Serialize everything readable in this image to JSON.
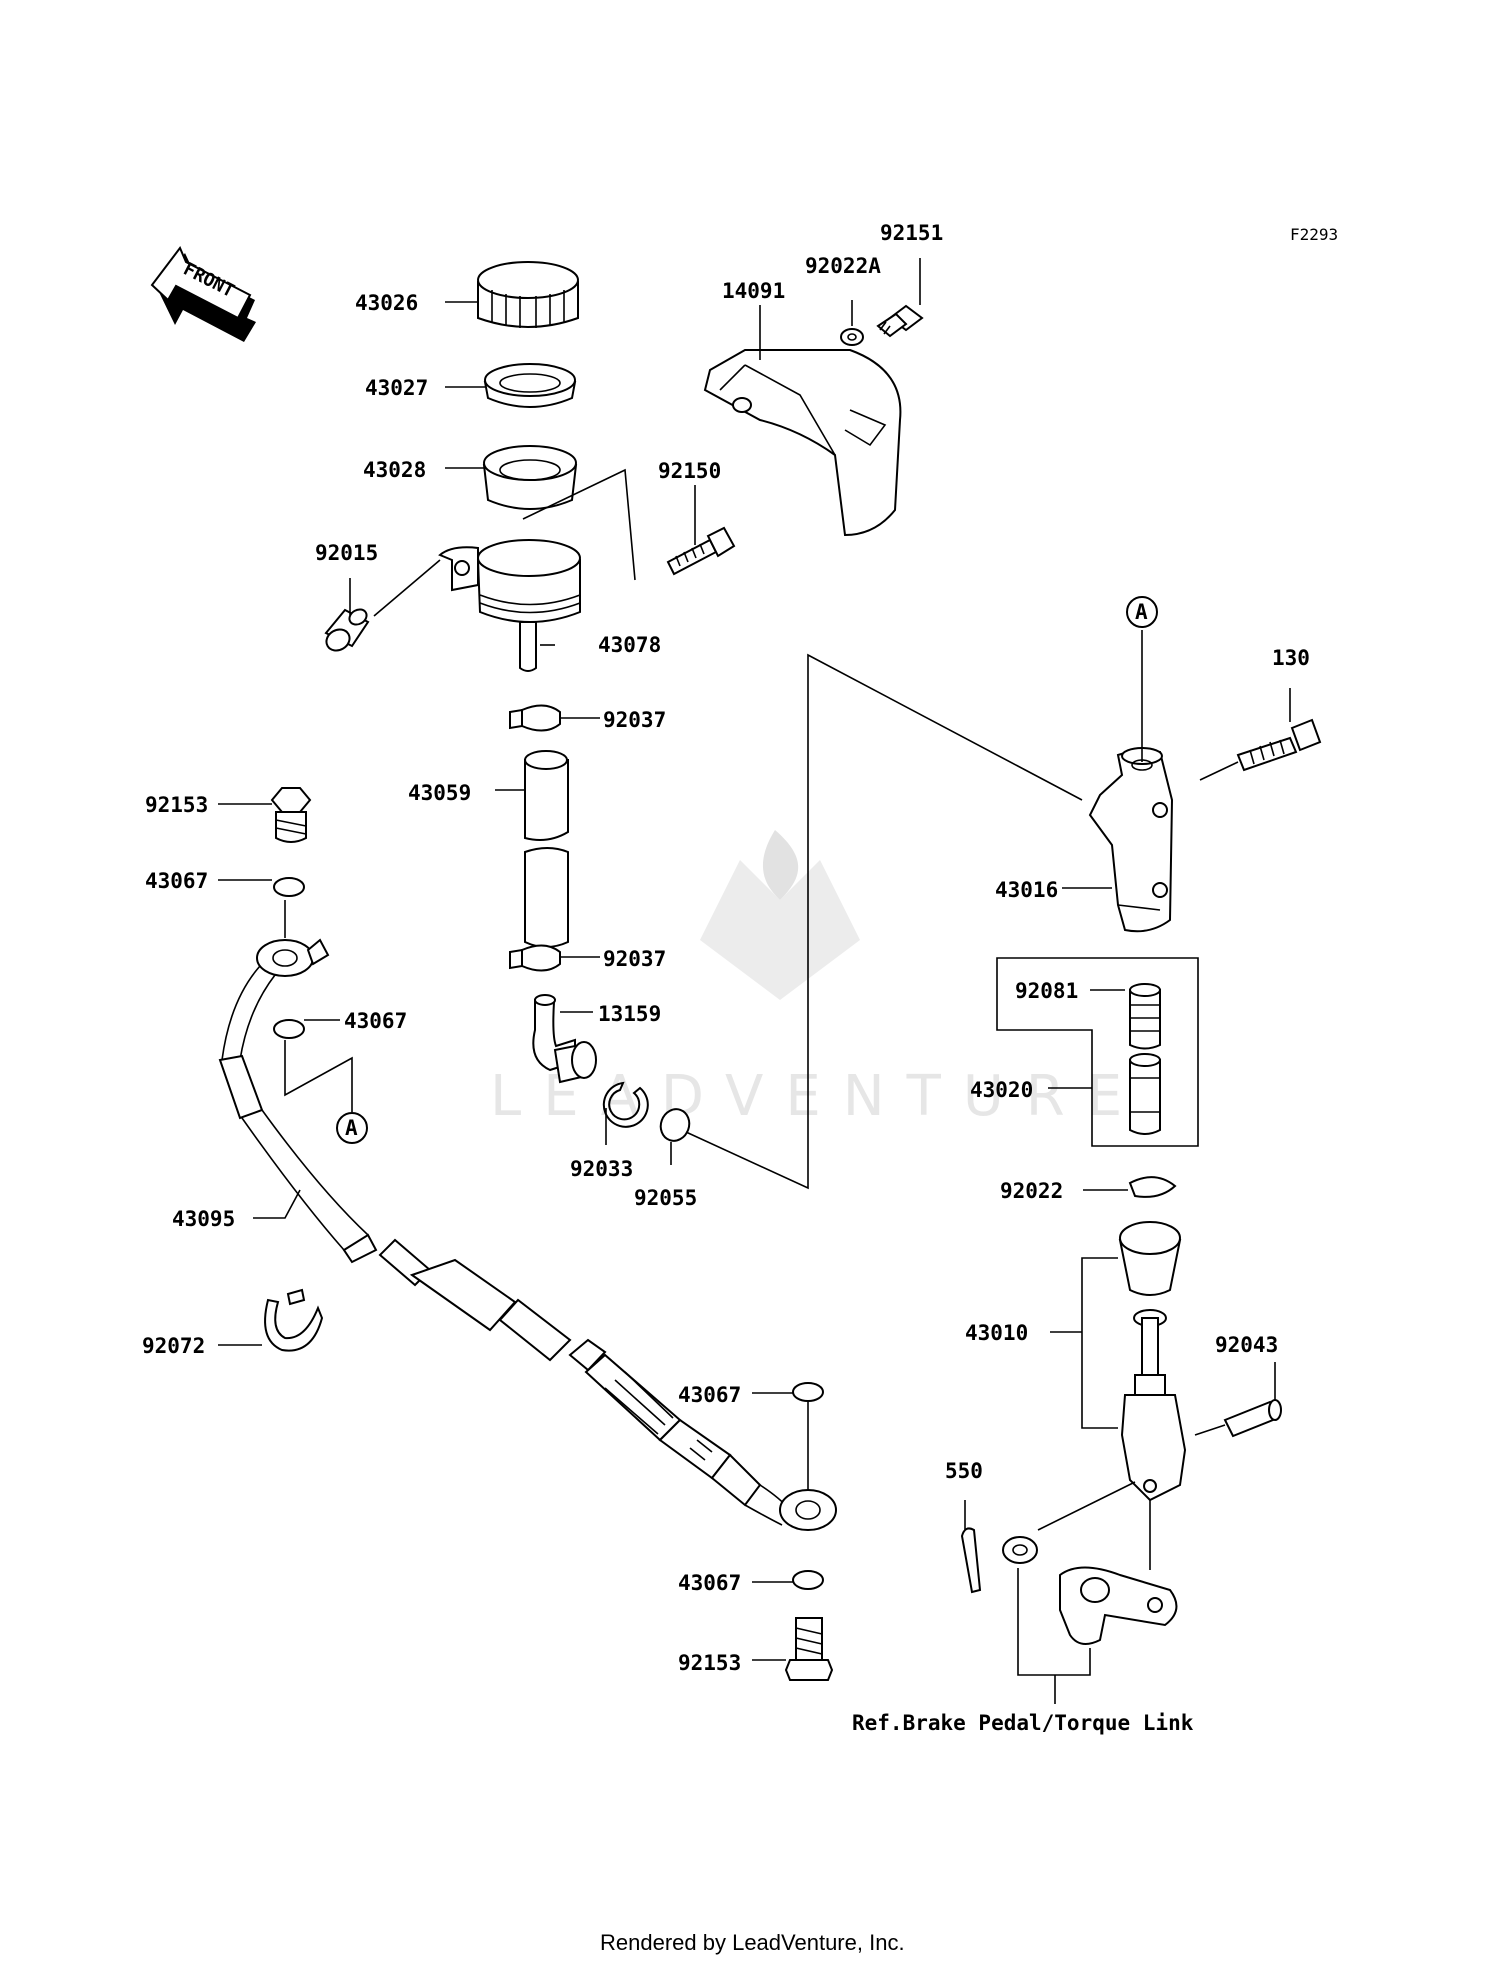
{
  "diagram": {
    "figure_code": "F2293",
    "front_label": "FRONT",
    "callout_letter": "A",
    "reference_note": "Ref.Brake Pedal/Torque Link",
    "watermark": "LEADVENTURE",
    "footer": "Rendered by LeadVenture, Inc.",
    "parts": [
      {
        "id": "p43026",
        "number": "43026"
      },
      {
        "id": "p43027",
        "number": "43027"
      },
      {
        "id": "p43028",
        "number": "43028"
      },
      {
        "id": "p92015",
        "number": "92015"
      },
      {
        "id": "p43078",
        "number": "43078"
      },
      {
        "id": "p92037a",
        "number": "92037"
      },
      {
        "id": "p43059",
        "number": "43059"
      },
      {
        "id": "p92037b",
        "number": "92037"
      },
      {
        "id": "p13159",
        "number": "13159"
      },
      {
        "id": "p92033",
        "number": "92033"
      },
      {
        "id": "p92055",
        "number": "92055"
      },
      {
        "id": "p14091",
        "number": "14091"
      },
      {
        "id": "p92022A",
        "number": "92022A"
      },
      {
        "id": "p92151",
        "number": "92151"
      },
      {
        "id": "p92150",
        "number": "92150"
      },
      {
        "id": "p130",
        "number": "130"
      },
      {
        "id": "p43016",
        "number": "43016"
      },
      {
        "id": "p92081",
        "number": "92081"
      },
      {
        "id": "p43020",
        "number": "43020"
      },
      {
        "id": "p92022",
        "number": "92022"
      },
      {
        "id": "p43010",
        "number": "43010"
      },
      {
        "id": "p92043",
        "number": "92043"
      },
      {
        "id": "p550",
        "number": "550"
      },
      {
        "id": "p92153a",
        "number": "92153"
      },
      {
        "id": "p43067a",
        "number": "43067"
      },
      {
        "id": "p43067b",
        "number": "43067"
      },
      {
        "id": "p43095",
        "number": "43095"
      },
      {
        "id": "p92072",
        "number": "92072"
      },
      {
        "id": "p43067c",
        "number": "43067"
      },
      {
        "id": "p43067d",
        "number": "43067"
      },
      {
        "id": "p92153b",
        "number": "92153"
      }
    ]
  }
}
